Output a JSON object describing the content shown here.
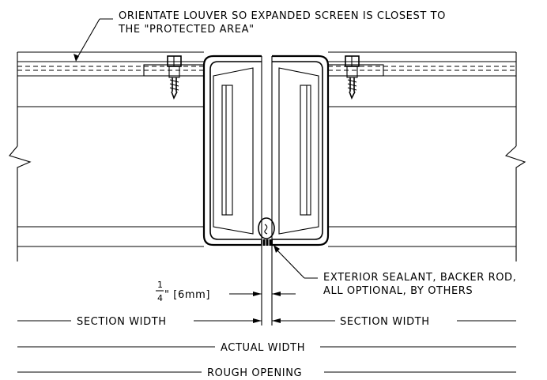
{
  "title": "",
  "notes": {
    "orientation_line1": "ORIENTATE LOUVER SO EXPANDED SCREEN IS CLOSEST TO",
    "orientation_line2": "THE \"PROTECTED AREA\"",
    "sealant_line1": "EXTERIOR SEALANT, BACKER ROD,",
    "sealant_line2": "ALL OPTIONAL, BY OTHERS"
  },
  "gap_dimension": {
    "fraction_numerator": "1",
    "fraction_denominator": "4",
    "suffix": "\" [6mm]"
  },
  "dimensions": {
    "section_width_left": "SECTION WIDTH",
    "section_width_right": "SECTION WIDTH",
    "actual_width": "ACTUAL WIDTH",
    "rough_opening": "ROUGH OPENING"
  }
}
